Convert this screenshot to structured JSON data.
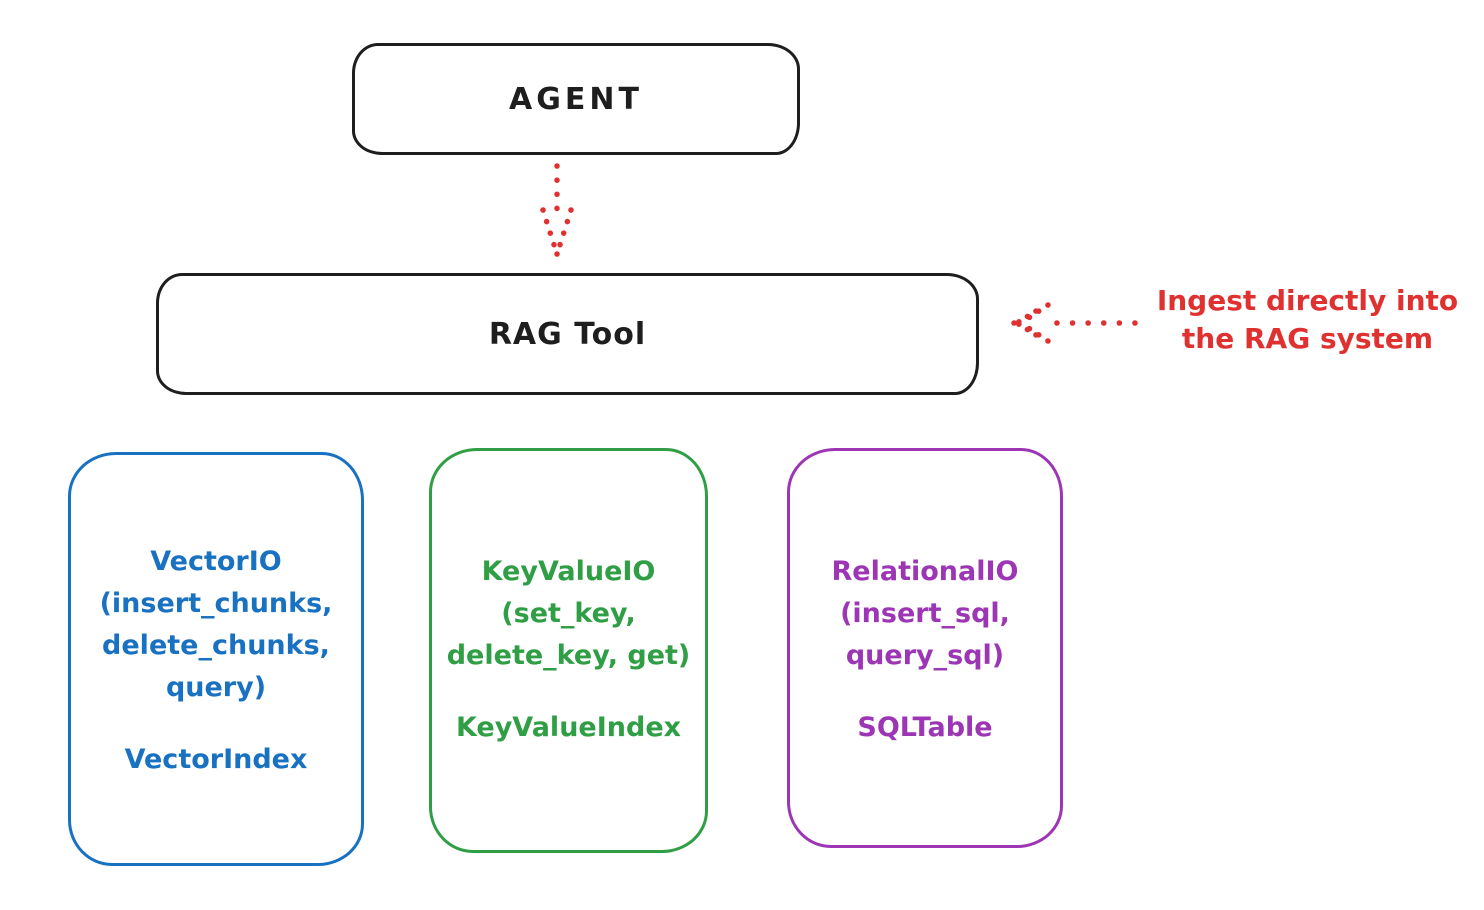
{
  "agent_box": {
    "label": "AGENT"
  },
  "rag_tool_box": {
    "label": "RAG Tool"
  },
  "annotation": {
    "line1": "Ingest directly into",
    "line2": "the RAG system",
    "color": "#e03131"
  },
  "arrows": {
    "agent_to_rag": {
      "style": "dotted",
      "direction": "down",
      "color": "#e03131"
    },
    "annotation_to_rag": {
      "style": "dotted",
      "direction": "left",
      "color": "#e03131"
    }
  },
  "backends": [
    {
      "name": "vector-io",
      "color": "#1971c2",
      "title": "VectorIO",
      "methods": [
        "(insert_chunks,",
        "delete_chunks,",
        "query)"
      ],
      "index_label": "VectorIndex"
    },
    {
      "name": "key-value-io",
      "color": "#2f9e44",
      "title": "KeyValueIO",
      "methods": [
        "(set_key,",
        "delete_key, get)"
      ],
      "index_label": "KeyValueIndex"
    },
    {
      "name": "relational-io",
      "color": "#9c36b5",
      "title": "RelationalIO",
      "methods": [
        "(insert_sql,",
        "query_sql)"
      ],
      "index_label": "SQLTable"
    }
  ],
  "colors": {
    "ink": "#1e1e1e",
    "red": "#e03131",
    "blue": "#1971c2",
    "green": "#2f9e44",
    "purple": "#9c36b5",
    "background": "#ffffff"
  }
}
